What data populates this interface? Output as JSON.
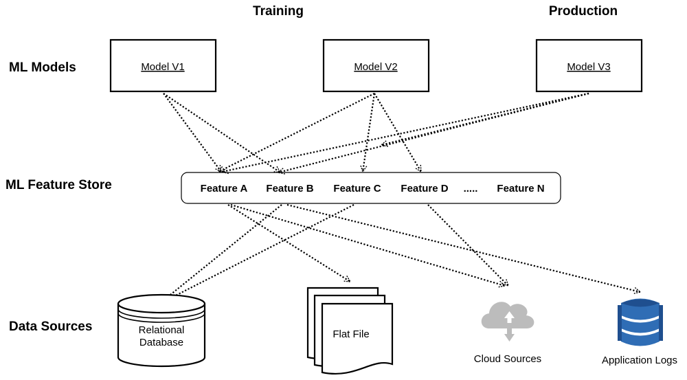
{
  "columns": {
    "training": "Training",
    "production": "Production"
  },
  "rows": {
    "ml_models": "ML Models",
    "feature_store": "ML Feature Store",
    "data_sources": "Data Sources"
  },
  "models": [
    "Model V1",
    "Model V2",
    "Model V3"
  ],
  "features": [
    "Feature A",
    "Feature B",
    "Feature C",
    "Feature D",
    ".....",
    "Feature N"
  ],
  "sources": {
    "relational_db": [
      "Relational",
      "Database"
    ],
    "flat_file": "Flat File",
    "cloud": "Cloud Sources",
    "app_logs": "Application Logs"
  },
  "colors": {
    "cloud": "#bcbcbc",
    "logs": "#2f6db5",
    "logs_dark": "#1f4f8f"
  },
  "icons": [
    "database-cylinder-icon",
    "stacked-documents-icon",
    "cloud-upload-icon",
    "dynamodb-logo-icon"
  ]
}
